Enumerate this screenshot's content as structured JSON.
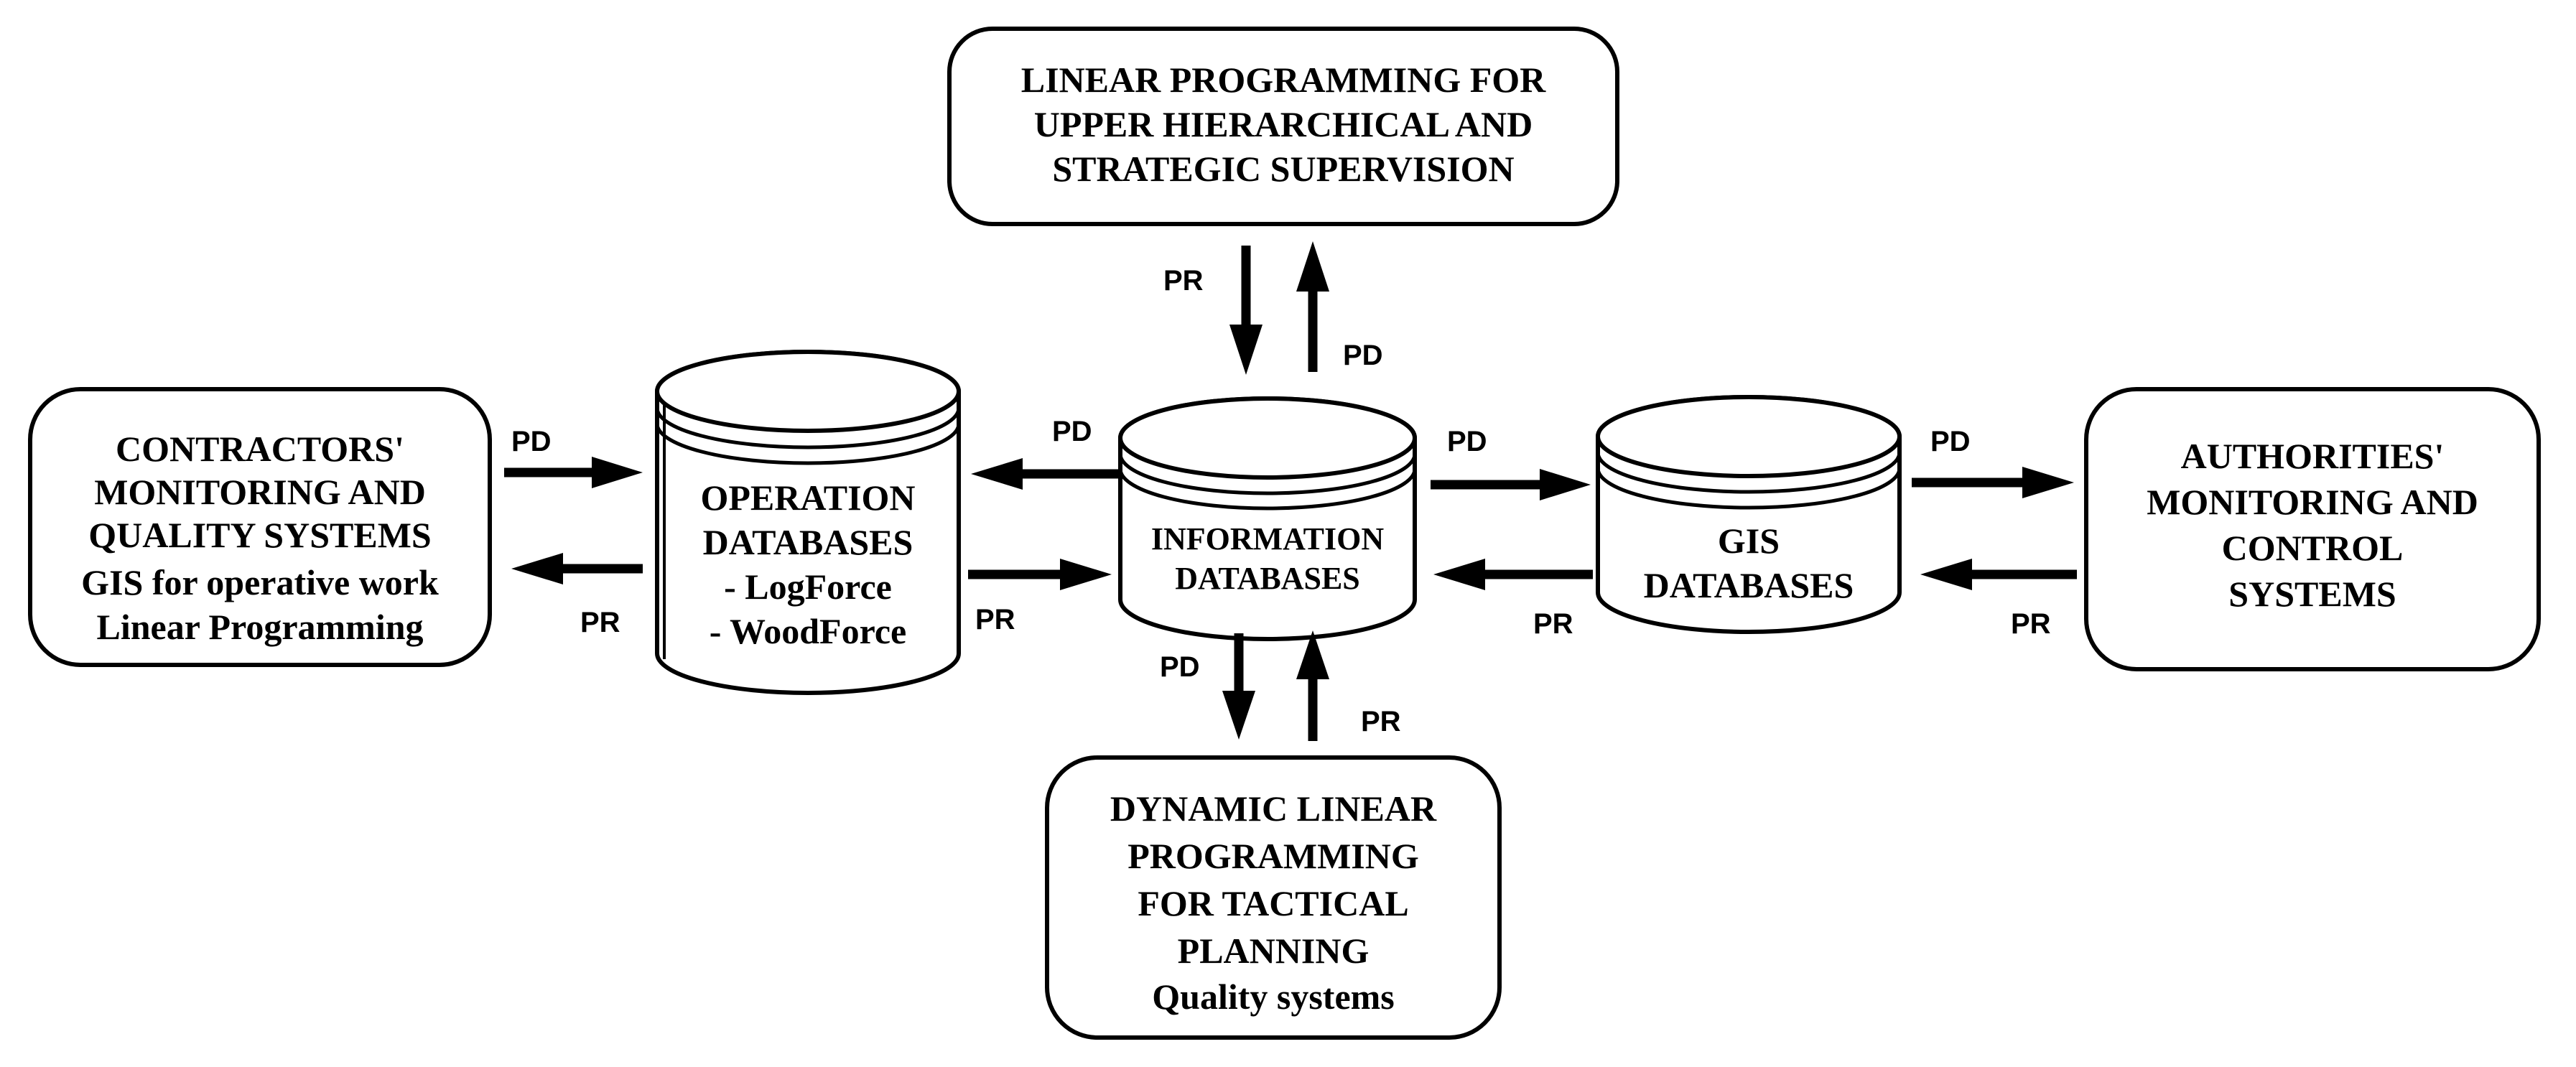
{
  "boxes": {
    "top": {
      "lines": [
        "LINEAR PROGRAMMING FOR",
        "UPPER HIERARCHICAL AND",
        "STRATEGIC SUPERVISION"
      ]
    },
    "left": {
      "lines": [
        "CONTRACTORS'",
        "MONITORING AND",
        "QUALITY SYSTEMS",
        "GIS for operative work",
        "Linear Programming"
      ]
    },
    "right": {
      "lines": [
        "AUTHORITIES'",
        "MONITORING AND",
        "CONTROL",
        "SYSTEMS"
      ]
    },
    "bottom": {
      "lines": [
        "DYNAMIC LINEAR",
        "PROGRAMMING",
        "FOR TACTICAL",
        "PLANNING",
        "Quality systems"
      ]
    }
  },
  "databases": {
    "operation": {
      "lines": [
        "OPERATION",
        "DATABASES",
        "-  LogForce",
        "- WoodForce"
      ]
    },
    "information": {
      "lines": [
        "INFORMATION",
        "DATABASES"
      ]
    },
    "gis": {
      "lines": [
        "GIS",
        "DATABASES"
      ]
    }
  },
  "flows": {
    "top_down": "PR",
    "top_up": "PD",
    "bottom_down": "PD",
    "bottom_up": "PR",
    "left_out": "PD",
    "left_in": "PR",
    "op_from_info": "PD",
    "op_to_info": "PR",
    "info_to_gis": "PD",
    "gis_to_info": "PR",
    "gis_to_right": "PD",
    "right_to_gis": "PR"
  }
}
